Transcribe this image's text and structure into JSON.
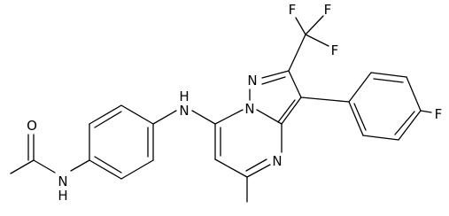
{
  "diagram": {
    "type": "chemical-structure",
    "atom_labels": {
      "carbonyl_oxygen": "O",
      "amide_nitrogen_n": "N",
      "amide_nitrogen_h": "H",
      "amine_nitrogen_n": "N",
      "amine_nitrogen_h": "H",
      "pyrazole_nitrogen_1": "N",
      "pyrazole_nitrogen_2": "N",
      "pyrimidine_nitrogen": "N",
      "cf3_fluorine_1": "F",
      "cf3_fluorine_2": "F",
      "cf3_fluorine_3": "F",
      "aryl_fluorine": "F"
    }
  }
}
